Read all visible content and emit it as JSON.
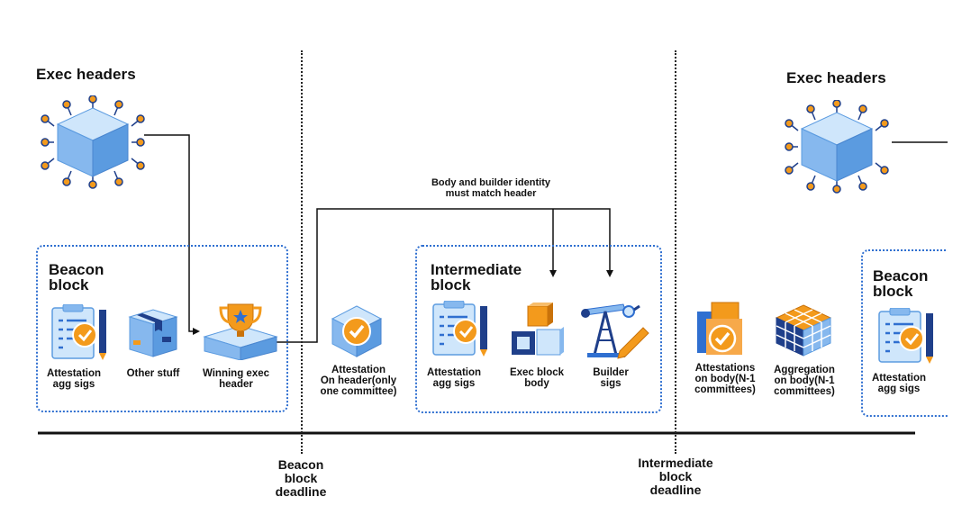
{
  "exec_headers_left": "Exec headers",
  "exec_headers_right": "Exec headers",
  "beacon_block_left": {
    "title": "Beacon\nblock",
    "items": [
      "Attestation\nagg sigs",
      "Other stuff",
      "Winning exec\nheader"
    ]
  },
  "attestation_header_label": "Attestation\nOn header(only\none committee)",
  "match_note": "Body and builder identity\nmust match header",
  "intermediate_block": {
    "title": "Intermediate\nblock",
    "items": [
      "Attestation\nagg sigs",
      "Exec block\nbody",
      "Builder\nsigs"
    ]
  },
  "attestations_body_label": "Attestations\non body(N-1\ncommittees)",
  "aggregation_body_label": "Aggregation\non body(N-1\ncommittees)",
  "beacon_block_right": {
    "title": "Beacon\nblock",
    "items": [
      "Attestation\nagg sigs"
    ]
  },
  "deadlines": [
    "Beacon\nblock\ndeadline",
    "Intermediate\nblock\ndeadline"
  ],
  "colors": {
    "accent_blue": "#2f6fd0",
    "light_blue": "#9cc6f2",
    "orange": "#f39a1c",
    "navy": "#1f3f8a"
  }
}
